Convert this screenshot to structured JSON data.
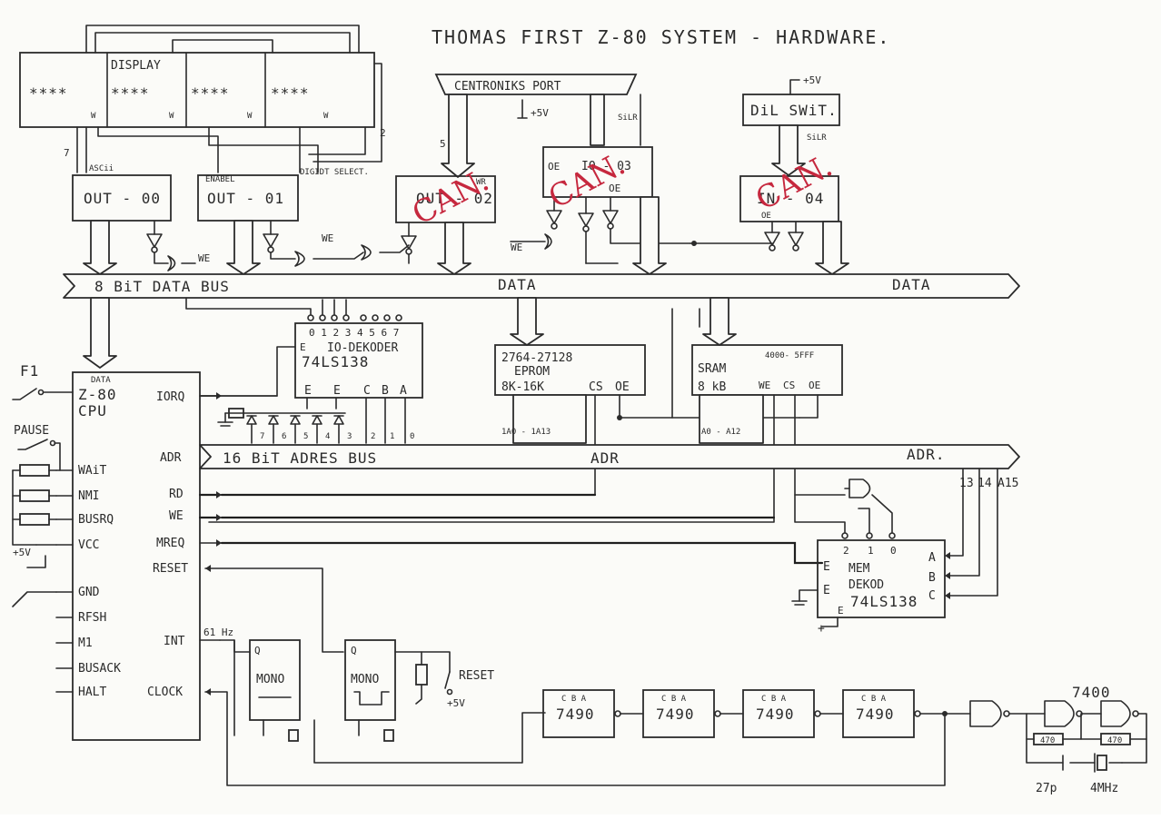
{
  "title": "THOMAS    FIRST    Z-80  SYSTEM  -  HARDWARE.",
  "display": {
    "label": "DISPLAY",
    "digits": [
      "****",
      "****",
      "****",
      "****"
    ],
    "w_labels": [
      "W",
      "W",
      "W",
      "W"
    ],
    "wire_7": "7",
    "wire_2": "2"
  },
  "outputs": {
    "out00": "OUT - 00",
    "out01": "OUT - 01",
    "out02": "OUT - 02",
    "ascii": "ASCii",
    "enable": "ENABEL",
    "digit_select": "DIGIDT SELECT.",
    "we_1": "WE",
    "we_2": "WE"
  },
  "centronics": {
    "label": "CENTRONIKS PORT",
    "plus5": "+5V",
    "wire_5": "5",
    "silr": "SiLR",
    "io03": "IO - 03",
    "oe_1": "OE",
    "oe_2": "OE",
    "we": "WE",
    "wr": "WR"
  },
  "dil": {
    "label": "DiL SWiT.",
    "plus5": "+5V",
    "silr": "SiLR",
    "in04": "IN - 04",
    "oe": "OE"
  },
  "overlay_marks": [
    "CAN.",
    "CAN.",
    "CAN."
  ],
  "data_bus": {
    "left": "8 BiT  DATA   BUS",
    "mid": "DATA",
    "right": "DATA"
  },
  "io_decoder": {
    "pins": "0 1 2 3 4 5 6 7",
    "e1": "E",
    "name": "IO-DEKODER",
    "part": "74LS138",
    "inputs": [
      "E",
      "E",
      "C",
      "B",
      "A"
    ],
    "bits": [
      "7",
      "6",
      "5",
      "4",
      "3"
    ],
    "abc_bits": [
      "2",
      "1",
      "0"
    ]
  },
  "eprom": {
    "part": "2764-27128",
    "name": "EPROM",
    "size": "8K-16K",
    "cs": "CS",
    "oe": "OE",
    "addr_range": "1A0  -  1A13"
  },
  "sram": {
    "addr": "4000- 5FFF",
    "name": "SRAM",
    "size": "8 kB",
    "we": "WE",
    "cs": "CS",
    "oe": "OE",
    "addr_range": "A0  -  A12"
  },
  "address_bus": {
    "left": "16 BiT   ADRES  BUS",
    "mid": "ADR",
    "right": "ADR."
  },
  "cpu": {
    "data": "DATA",
    "name": "Z-80",
    "sub": "CPU",
    "pins_right": [
      "IORQ",
      "ADR",
      "RD",
      "WE",
      "MREQ",
      "RESET",
      "INT",
      "CLOCK"
    ],
    "pins_left": [
      "WAiT",
      "NMI",
      "BUSRQ",
      "VCC",
      "GND",
      "RFSH",
      "M1",
      "BUSACK",
      "HALT"
    ],
    "f1": "F1",
    "pause": "PAUSE",
    "plus5": "+5V"
  },
  "mem_decoder": {
    "pins": [
      "2",
      "1",
      "0"
    ],
    "e_labels": [
      "E",
      "E",
      "E"
    ],
    "name": "MEM",
    "name2": "DEKOD",
    "part": "74LS138",
    "inputs": [
      "A",
      "B",
      "C"
    ],
    "addr_lines": [
      "13",
      "14",
      "A15"
    ]
  },
  "clock": {
    "int_freq": "61 Hz",
    "mono_1": "MONO",
    "mono_2": "MONO",
    "q_1": "Q",
    "q_2": "Q",
    "reset": "RESET",
    "reset_v": "+5V",
    "counters": [
      "7490",
      "7490",
      "7490",
      "7490"
    ],
    "counter_pins": "C  B  A",
    "nand": "7400",
    "r1": "470",
    "r2": "470",
    "cap": "27p",
    "crystal": "4MHz"
  }
}
